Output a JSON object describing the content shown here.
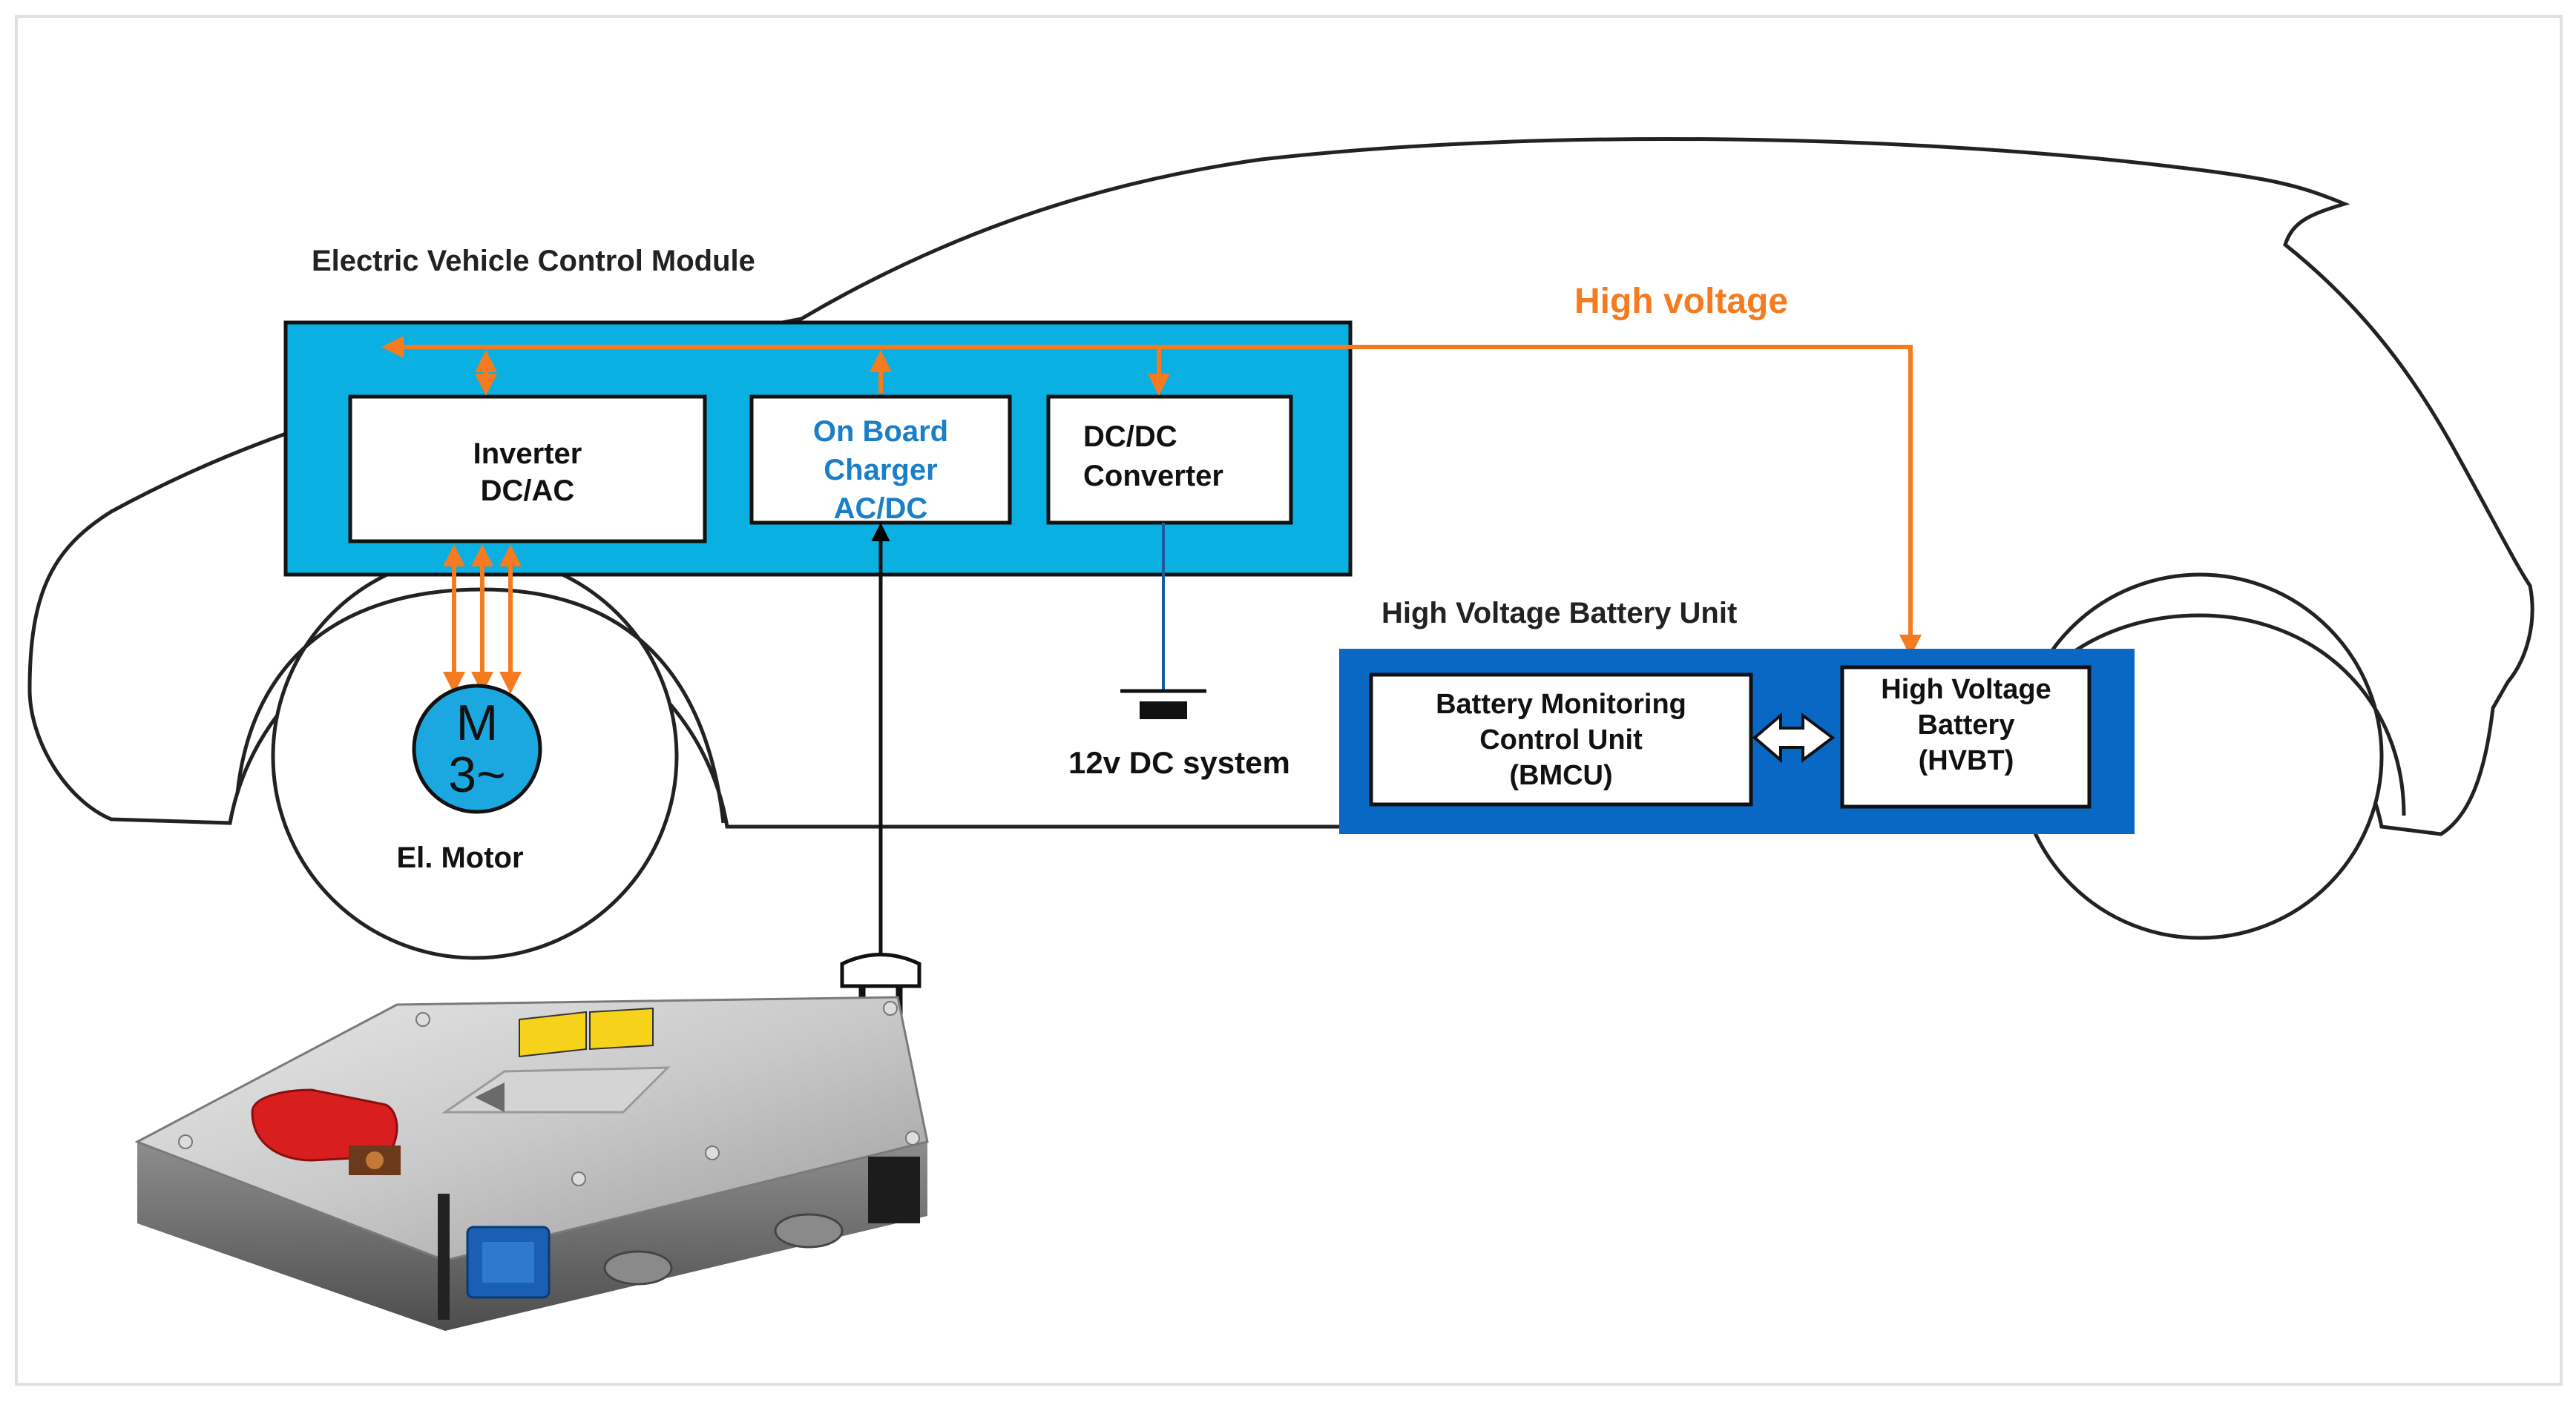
{
  "title": "Electric Vehicle Control Module",
  "high_voltage_label": "High voltage",
  "colors": {
    "ecm_box": "#0ab0e2",
    "battery_unit_box": "#0868c4",
    "hv_line": "#f47b20",
    "obc_text": "#1a7fc8",
    "motor": "#1ba7e0"
  },
  "modules": {
    "inverter": [
      "Inverter",
      "DC/AC"
    ],
    "obc": [
      "On Board",
      "Charger",
      "AC/DC"
    ],
    "dcdc": [
      "DC/DC",
      "Converter"
    ]
  },
  "motor": {
    "symbol_top": "M",
    "symbol_bottom": "3~",
    "label": "El. Motor"
  },
  "dc_system_label": "12v DC system",
  "battery_unit": {
    "title": "High Voltage Battery Unit",
    "bmcu": [
      "Battery Monitoring",
      "Control Unit",
      "(BMCU)"
    ],
    "hvbt": [
      "High Voltage",
      "Battery",
      "(HVBT)"
    ]
  },
  "icons": [
    "plug-icon",
    "onboard-charger-hardware-image",
    "ground-battery-symbol"
  ]
}
